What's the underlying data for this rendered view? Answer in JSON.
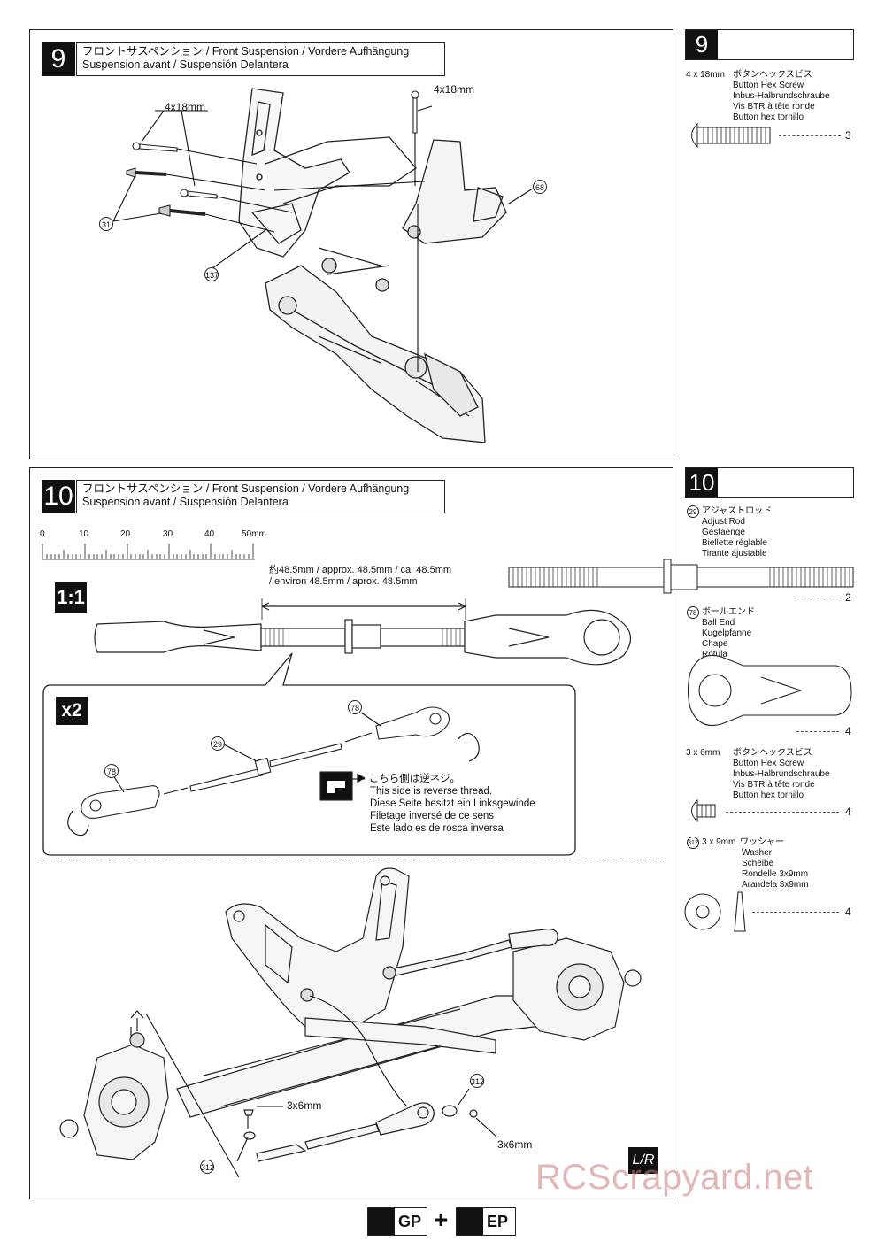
{
  "step9": {
    "number": "9",
    "title_line1": "フロントサスペンション / Front Suspension / Vordere Aufhängung",
    "title_line2": "Suspension avant / Suspensión Delantera",
    "labels": {
      "screw_left": "4x18mm",
      "screw_top": "4x18mm"
    },
    "callouts": [
      "31",
      "137",
      "68"
    ]
  },
  "side9": {
    "number": "9",
    "part_size": "4 x 18mm",
    "names": [
      "ボタンヘックスビス",
      "Button Hex Screw",
      "Inbus-Halbrundschraube",
      "Vis BTR à tête ronde",
      "Button hex tornillo"
    ],
    "qty": "3"
  },
  "step10": {
    "number": "10",
    "title_line1": "フロントサスペンション / Front Suspension / Vordere Aufhängung",
    "title_line2": "Suspension avant / Suspensión Delantera",
    "ruler": {
      "ticks": [
        "0",
        "10",
        "20",
        "30",
        "40",
        "50mm"
      ]
    },
    "scale_badge": "1:1",
    "length_line1": "約48.5mm / approx. 48.5mm / ca. 48.5mm",
    "length_line2": "/ environ 48.5mm / aprox. 48.5mm",
    "multiplier": "x2",
    "callouts": [
      "78",
      "29",
      "78"
    ],
    "reverse_note": [
      "こちら側は逆ネジ。",
      "This side is reverse thread.",
      "Diese Seite besitzt ein Linksgewinde",
      "Filetage inversé de ce sens",
      "Este lado es de rosca inversa"
    ],
    "assembly_labels": {
      "screw_a": "3x6mm",
      "screw_b": "3x6mm",
      "washer_a": "312",
      "washer_b": "312"
    },
    "lr_badge": "L/R"
  },
  "side10": {
    "number": "10",
    "items": [
      {
        "id": "29",
        "names": [
          "アジャストロッド",
          "Adjust Rod",
          "Gestaenge",
          "Biellette réglable",
          "Tirante ajustable"
        ],
        "qty": "2"
      },
      {
        "id": "78",
        "names": [
          "ボールエンド",
          "Ball End",
          "Kugelpfanne",
          "Chape",
          "Rótula"
        ],
        "qty": "4"
      },
      {
        "size": "3 x 6mm",
        "names": [
          "ボタンヘックスビス",
          "Button Hex Screw",
          "Inbus-Halbrundschraube",
          "Vis BTR à tête ronde",
          "Button hex tornillo"
        ],
        "qty": "4"
      },
      {
        "id": "312",
        "size": "3 x 9mm",
        "names": [
          "ワッシャー",
          "Washer",
          "Scheibe",
          "Rondelle 3x9mm",
          "Arandela 3x9mm"
        ],
        "qty": "4"
      }
    ]
  },
  "footer": {
    "gp": "GP",
    "plus": "+",
    "ep": "EP"
  },
  "watermark": "RCScrapyard.net"
}
